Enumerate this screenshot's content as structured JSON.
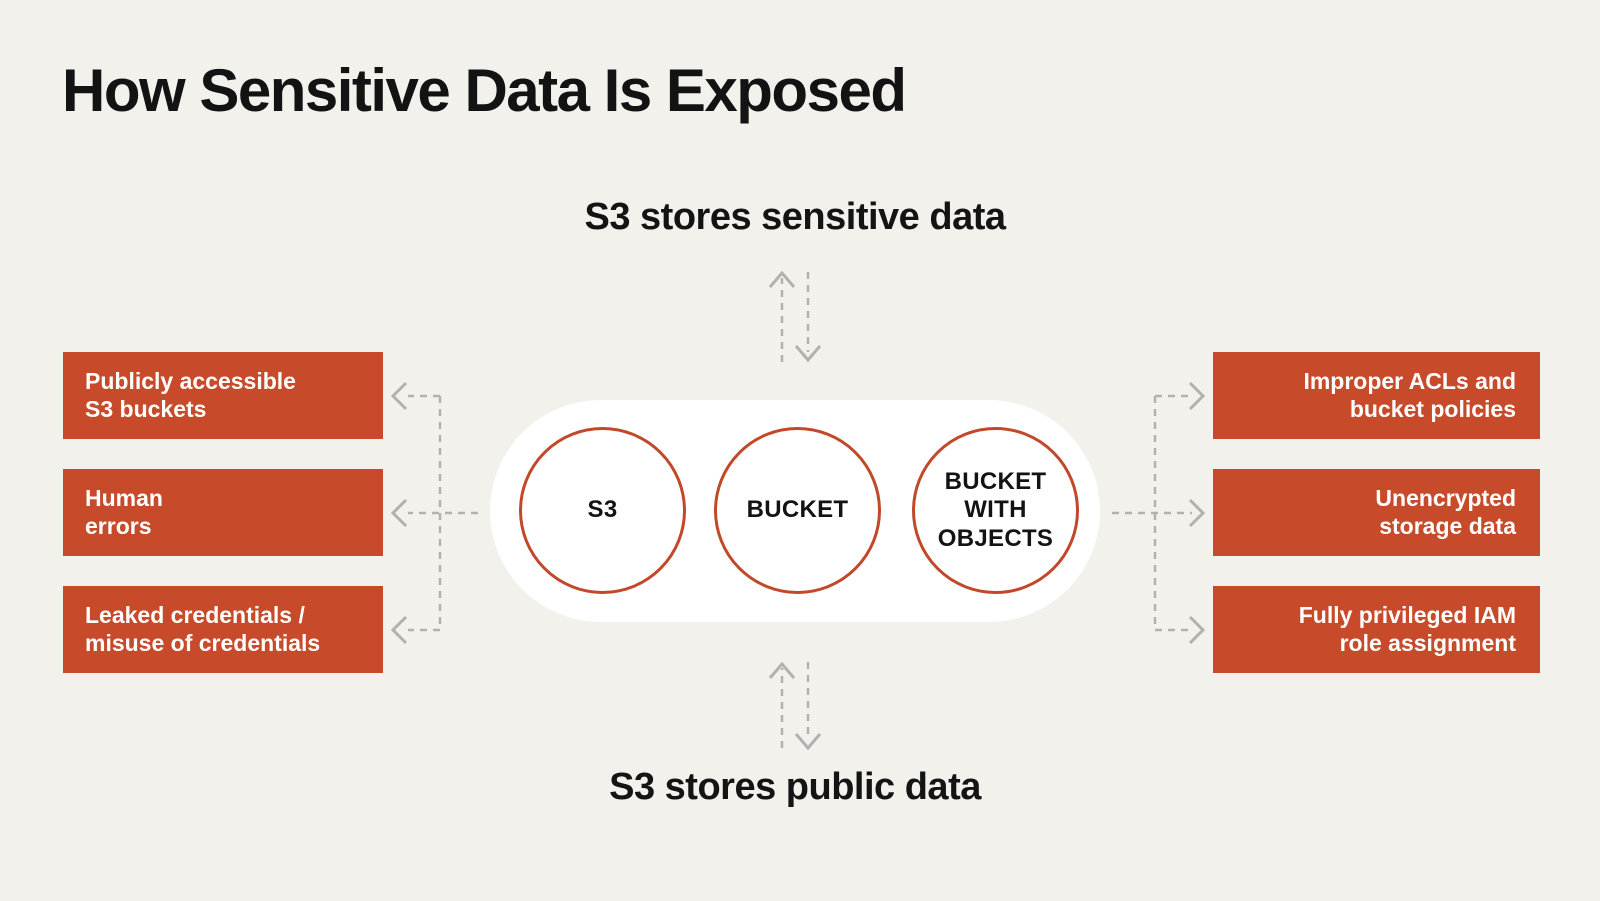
{
  "title": "How Sensitive Data Is Exposed",
  "center": {
    "top_label": "S3 stores sensitive data",
    "bottom_label": "S3 stores public data",
    "pill_circles": [
      {
        "label": "S3"
      },
      {
        "label": "BUCKET"
      },
      {
        "label": "BUCKET\nWITH\nOBJECTS"
      }
    ]
  },
  "left_boxes": [
    {
      "label": "Publicly accessible\nS3 buckets"
    },
    {
      "label": "Human\nerrors"
    },
    {
      "label": "Leaked credentials /\nmisuse of credentials"
    }
  ],
  "right_boxes": [
    {
      "label": "Improper ACLs and\nbucket policies"
    },
    {
      "label": "Unencrypted\nstorage data"
    },
    {
      "label": "Fully privileged IAM\nrole assignment"
    }
  ],
  "colors": {
    "background": "#f2f1ec",
    "accent_orange": "#c74b2a",
    "circle_stroke": "#c2482a",
    "connector_gray": "#b3b1ad",
    "text_dark": "#141414",
    "text_light": "#ffffff",
    "pill_white": "#ffffff"
  }
}
